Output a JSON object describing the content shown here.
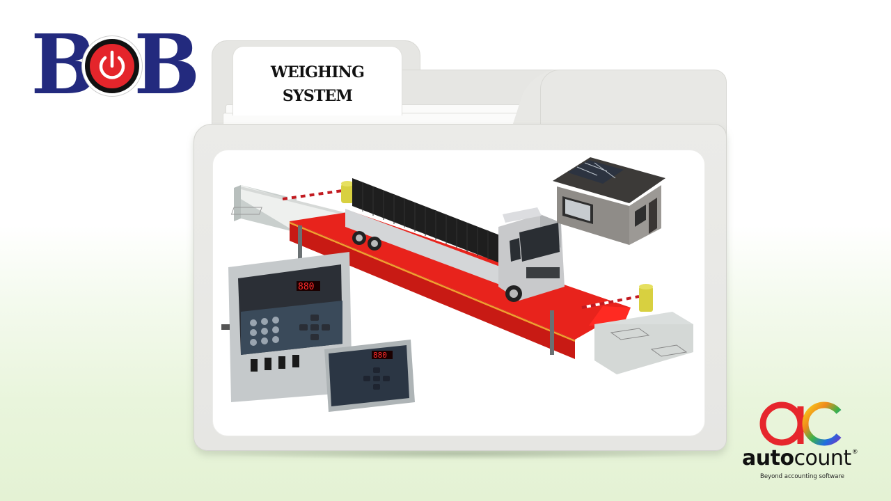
{
  "brand_logo": {
    "letters": [
      "B",
      "B"
    ],
    "center_icon": "power-icon",
    "colors": {
      "letters": "#232a7e",
      "ring": "#111111",
      "disc": "#e4252b",
      "icon": "#ffffff"
    }
  },
  "folder": {
    "tab_title_line1": "WEIGHING",
    "tab_title_line2": "SYSTEM"
  },
  "illustration": {
    "subject": "truck weighbridge with boom barriers, guard house and weighing indicators",
    "indicator_large_display": "880",
    "indicator_small_display": "880",
    "colors": {
      "platform": "#e8231c",
      "platform_stripe": "#f0a030",
      "barrier": "#d8d040",
      "house_wall": "#8f8c88",
      "indicator_panel": "#3a4a5a",
      "led": "#ff2a2a"
    }
  },
  "partner_logo": {
    "word_bold": "auto",
    "word_light": "count",
    "registered": "®",
    "tagline": "Beyond accounting software"
  }
}
